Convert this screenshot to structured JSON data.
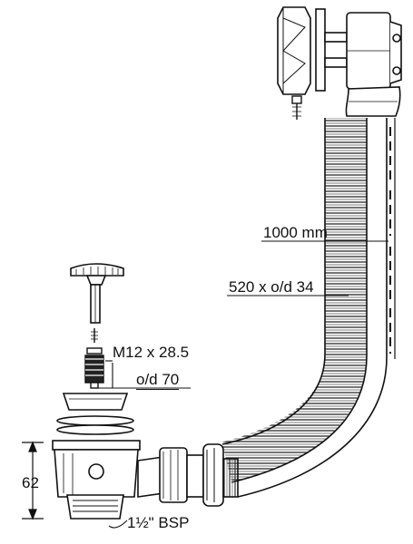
{
  "labels": {
    "hose_length": "1000 mm",
    "hose_spec": "520 x o/d 34",
    "plug_thread": "M12 x 28.5",
    "waste_diameter": "o/d 70",
    "height_dim": "62",
    "outlet_thread": "1½\" BSP"
  },
  "colors": {
    "line": "#111111",
    "background": "#ffffff",
    "hatch": "#555555"
  }
}
